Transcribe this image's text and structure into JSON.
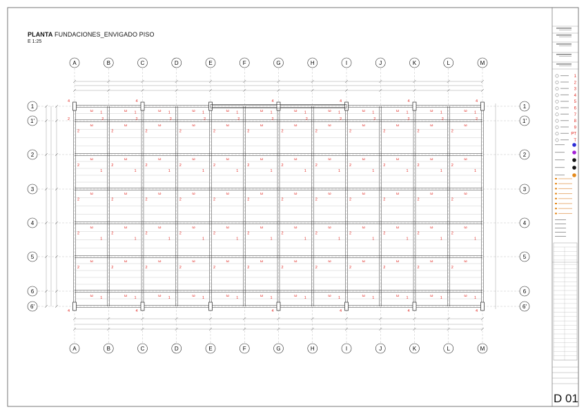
{
  "drawing": {
    "title_bold": "PLANTA",
    "title_rest": " FUNDACIONES_ENVIGADO PISO",
    "scale": "E 1:25",
    "sheet_number": "D 01"
  },
  "grid": {
    "columns": [
      "A",
      "B",
      "C",
      "D",
      "E",
      "F",
      "G",
      "H",
      "I",
      "J",
      "K",
      "L",
      "M"
    ],
    "rows": [
      "1",
      "1'",
      "2",
      "3",
      "4",
      "5",
      "6",
      "6'"
    ]
  },
  "member_marks": {
    "joist": "2",
    "beam": "1",
    "edge": "4",
    "joist_symbol": "ω"
  },
  "legend": {
    "marks": [
      "1",
      "2",
      "3",
      "4",
      "5",
      "6",
      "7",
      "8",
      "9",
      "PT",
      "T"
    ],
    "dot_colors": [
      "#2b2bd6",
      "#a21fd6",
      "#111111",
      "#111111",
      "#e58a1b"
    ]
  },
  "colors": {
    "red_annotation": "#e0261f",
    "line": "#333333",
    "frame": "#555555"
  }
}
